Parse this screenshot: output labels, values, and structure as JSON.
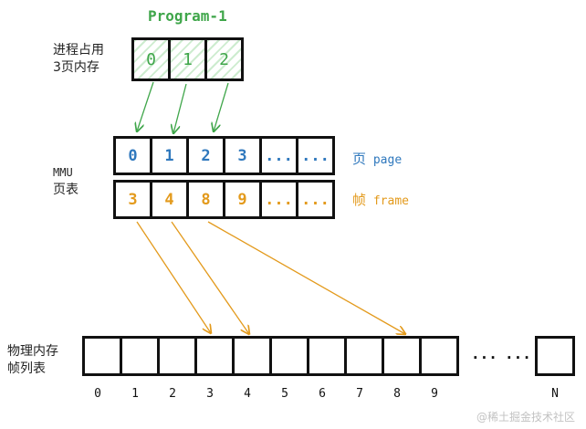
{
  "program": {
    "title": "Program-1",
    "desc_line1": "进程占用",
    "desc_line2": "3页内存",
    "cells": [
      "0",
      "1",
      "2"
    ]
  },
  "mmu": {
    "label_line1": "MMU",
    "label_line2": "页表",
    "pages": [
      "0",
      "1",
      "2",
      "3",
      "...",
      "..."
    ],
    "frames": [
      "3",
      "4",
      "8",
      "9",
      "...",
      "..."
    ],
    "page_label_cn": "页",
    "page_label_en": "page",
    "frame_label_cn": "帧",
    "frame_label_en": "frame"
  },
  "memory": {
    "label_line1": "物理内存",
    "label_line2": "帧列表",
    "indices": [
      "0",
      "1",
      "2",
      "3",
      "4",
      "5",
      "6",
      "7",
      "8",
      "9"
    ],
    "ellipsis1": "...",
    "ellipsis2": "...",
    "last_index": "N"
  },
  "watermark": "@稀土掘金技术社区",
  "colors": {
    "green": "#3fa64a",
    "blue": "#2f78bd",
    "orange": "#e39a1c",
    "black": "#111111"
  }
}
